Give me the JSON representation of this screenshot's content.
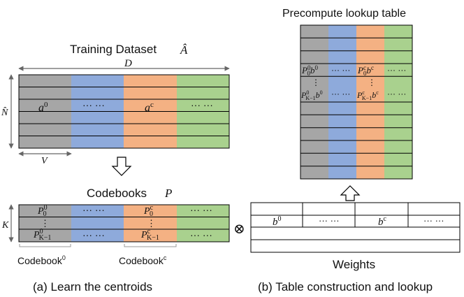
{
  "titles": {
    "training_dataset": "Training Dataset",
    "training_symbol": "Â",
    "codebooks": "Codebooks",
    "codebooks_symbol": "P",
    "lookup_table": "Precompute lookup table",
    "weights": "Weights"
  },
  "dimensions": {
    "d": "D",
    "n_hat": "N̂",
    "v": "V",
    "k": "K"
  },
  "dataset_cells": {
    "a0_base": "a",
    "a0_sup": "0",
    "dots": "··· ···",
    "ac_base": "a",
    "ac_sup": "c"
  },
  "codebook_cells": {
    "p_base": "P",
    "sub_0": "0",
    "sub_k": "K−1",
    "sup_0": "0",
    "sup_c": "c",
    "vdots": "⋮",
    "dots": "··· ···"
  },
  "codebook_labels": {
    "first": "Codebook",
    "first_sup": "0",
    "c": "Codebook",
    "c_sup": "c"
  },
  "weights_cells": {
    "b_base": "b",
    "sup_0": "0",
    "sup_c": "c",
    "dots": "··· ···"
  },
  "lookup_cells": {
    "dots": "··· ···",
    "vdots": "⋮"
  },
  "operator": "⊗",
  "captions": {
    "a": "(a) Learn the centroids",
    "b": "(b) Table construction and lookup"
  },
  "colors": {
    "gray": "#a6a6a6",
    "blue": "#8eaadb",
    "orange": "#f4b183",
    "green": "#a9d18e"
  }
}
